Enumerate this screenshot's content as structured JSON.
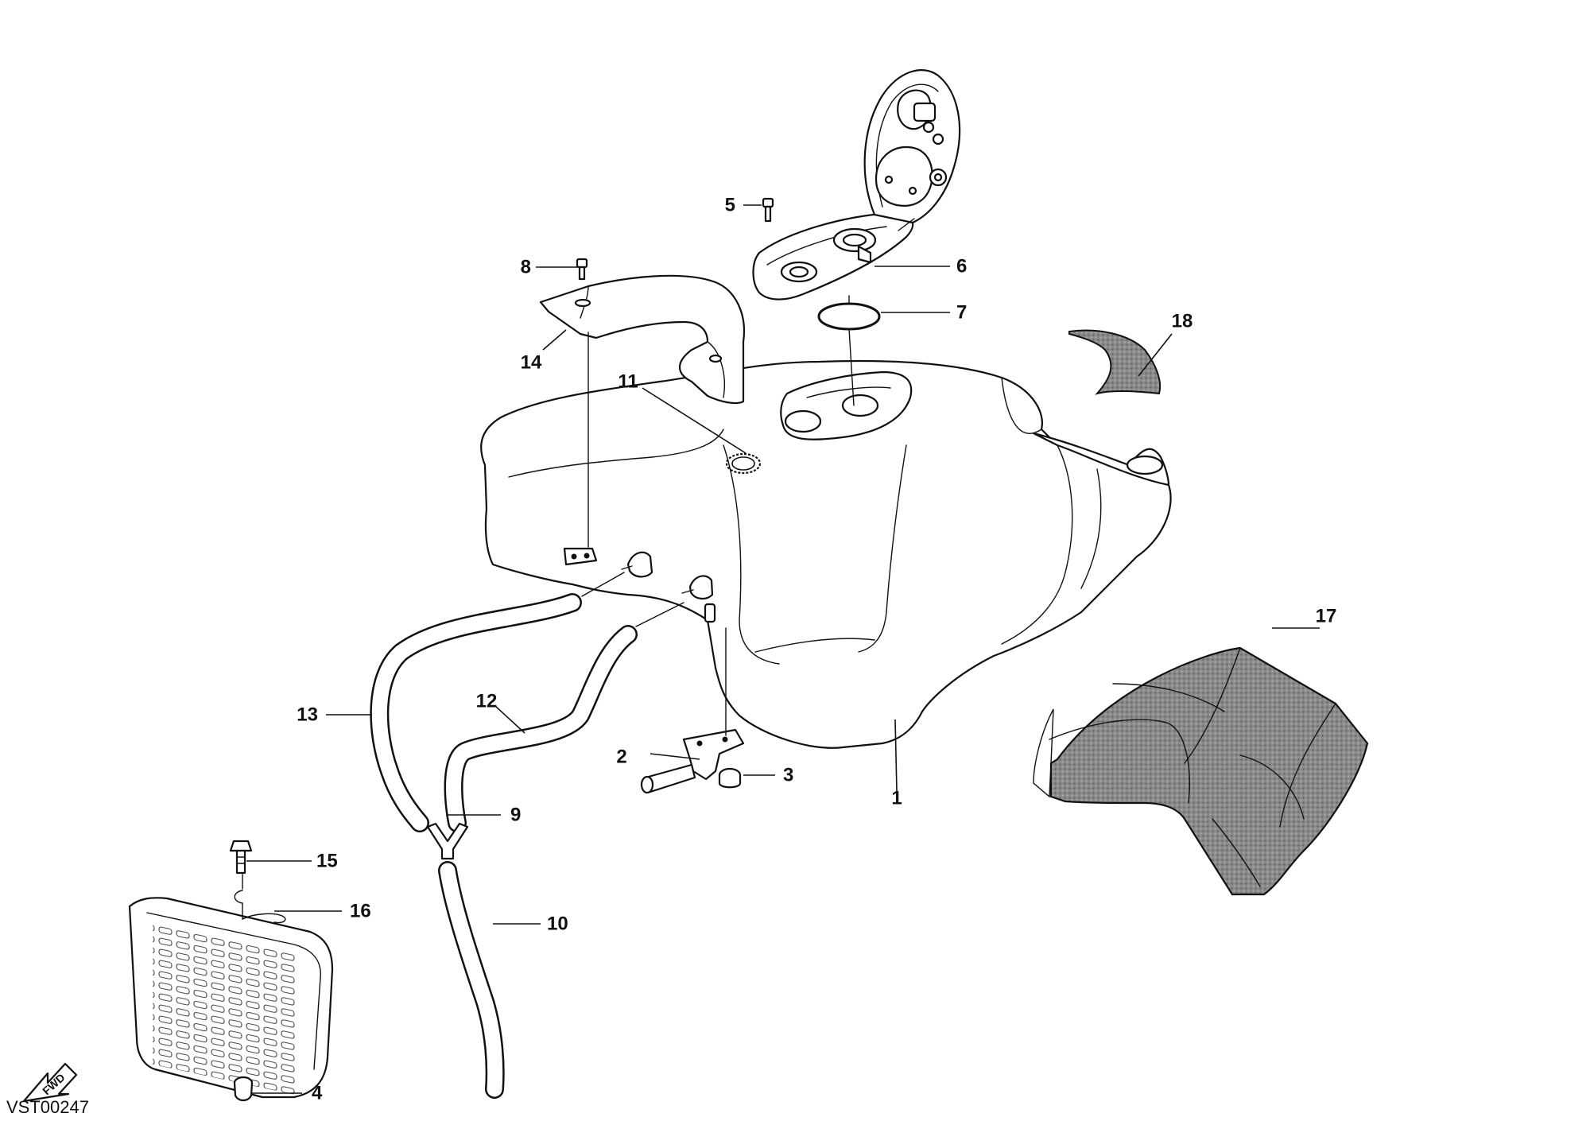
{
  "diagram": {
    "drawing_code": "VST00247",
    "forward_label": "FWD",
    "callouts": [
      {
        "label": "1",
        "part": "fuel-tank"
      },
      {
        "label": "2",
        "part": "rear-mount-pin"
      },
      {
        "label": "3",
        "part": "rubber-grommet"
      },
      {
        "label": "4",
        "part": "rubber-mount"
      },
      {
        "label": "5",
        "part": "cap-screw"
      },
      {
        "label": "6",
        "part": "filler-cap-assembly"
      },
      {
        "label": "7",
        "part": "o-ring"
      },
      {
        "label": "8",
        "part": "bracket-screw"
      },
      {
        "label": "9",
        "part": "y-connector"
      },
      {
        "label": "10",
        "part": "drain-hose"
      },
      {
        "label": "11",
        "part": "clamp-ring"
      },
      {
        "label": "12",
        "part": "breather-hose"
      },
      {
        "label": "13",
        "part": "overflow-hose"
      },
      {
        "label": "14",
        "part": "front-bracket"
      },
      {
        "label": "15",
        "part": "screw"
      },
      {
        "label": "16",
        "part": "spring-clip"
      },
      {
        "label": "17",
        "part": "tank-cover"
      },
      {
        "label": "18",
        "part": "side-panel"
      }
    ]
  }
}
